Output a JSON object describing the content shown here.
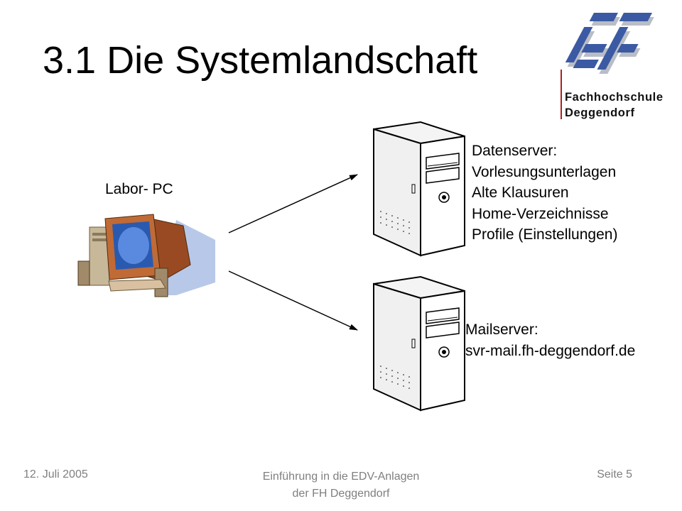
{
  "slide": {
    "title": "3.1 Die Systemlandschaft"
  },
  "logo": {
    "line1": "Fachhochschule",
    "line2": "Deggendorf",
    "icon": "fhd-logo-icon",
    "colors": {
      "blue": "#3b5aa3",
      "shadow": "#b9bdc6"
    }
  },
  "diagram": {
    "client": {
      "label": "Labor- PC",
      "icon": "desktop-pc-icon"
    },
    "servers": [
      {
        "icon": "server-tower-icon",
        "lines": [
          "Datenserver:",
          "Vorlesungsunterlagen",
          "Alte Klausuren",
          "Home-Verzeichnisse",
          "Profile (Einstellungen)"
        ]
      },
      {
        "icon": "server-tower-icon",
        "lines": [
          "Mailserver:",
          "svr-mail.fh-deggendorf.de"
        ]
      }
    ]
  },
  "footer": {
    "date": "12. Juli 2005",
    "course_line1": "Einführung in die EDV-Anlagen",
    "course_line2": "der FH Deggendorf",
    "page": "Seite 5"
  }
}
